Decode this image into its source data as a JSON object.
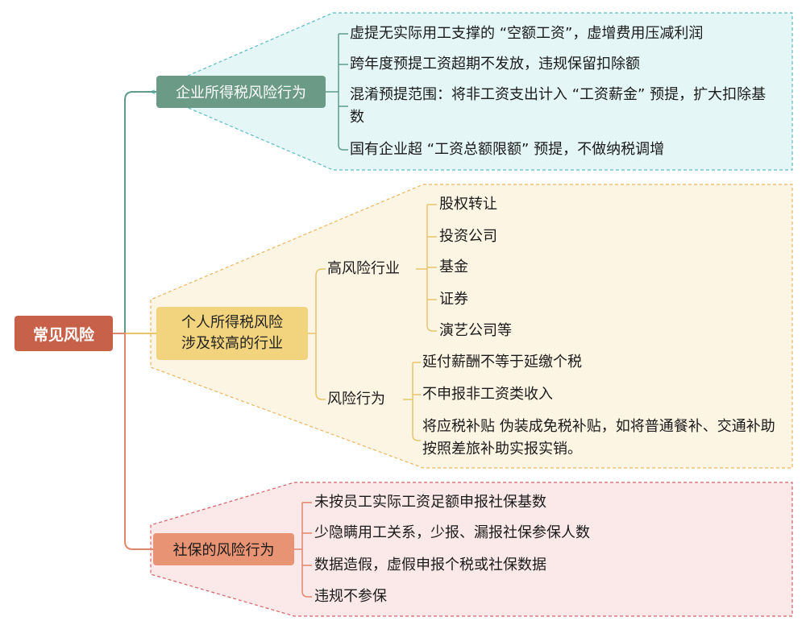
{
  "root": "常见风险",
  "branches": {
    "corporate_tax": {
      "label": "企业所得税风险行为",
      "items": [
        "虚提无实际用工支撑的 “空额工资”，虚增费用压减利润",
        "跨年度预提工资超期不发放，违规保留扣除额",
        "混淆预提范围：将非工资支出计入 “工资薪金” 预提，扩大扣除基数",
        "国有企业超 “工资总额限额” 预提，不做纳税调增"
      ]
    },
    "personal_tax": {
      "label_line1": "个人所得税风险",
      "label_line2": "涉及较高的行业",
      "high_risk": {
        "label": "高风险行业",
        "items": [
          "股权转让",
          "投资公司",
          "基金",
          "证券",
          "演艺公司等"
        ]
      },
      "risk_behavior": {
        "label": "风险行为",
        "items": [
          "延付薪酬不等于延缴个税",
          "不申报非工资类收入",
          "将应税补贴 伪装成免税补贴，如将普通餐补、交通补助按照差旅补助实报实销。"
        ]
      }
    },
    "social_security": {
      "label": "社保的风险行为",
      "items": [
        "未按员工实际工资足额申报社保基数",
        "少隐瞒用工关系，少报、漏报社保参保人数",
        "数据造假，虚假申报个税或社保数据",
        "违规不参保"
      ]
    }
  },
  "colors": {
    "teal": "#5f9c8c",
    "teal_fill": "#e4f6f5",
    "teal_dash": "#5bbcc6",
    "yellow": "#e9c46a",
    "yellow_fill": "#fdf5e4",
    "yellow_dash": "#f0b45c",
    "red": "#e2866a",
    "red_fill": "#fbe9e9",
    "red_dash": "#d9606a"
  }
}
